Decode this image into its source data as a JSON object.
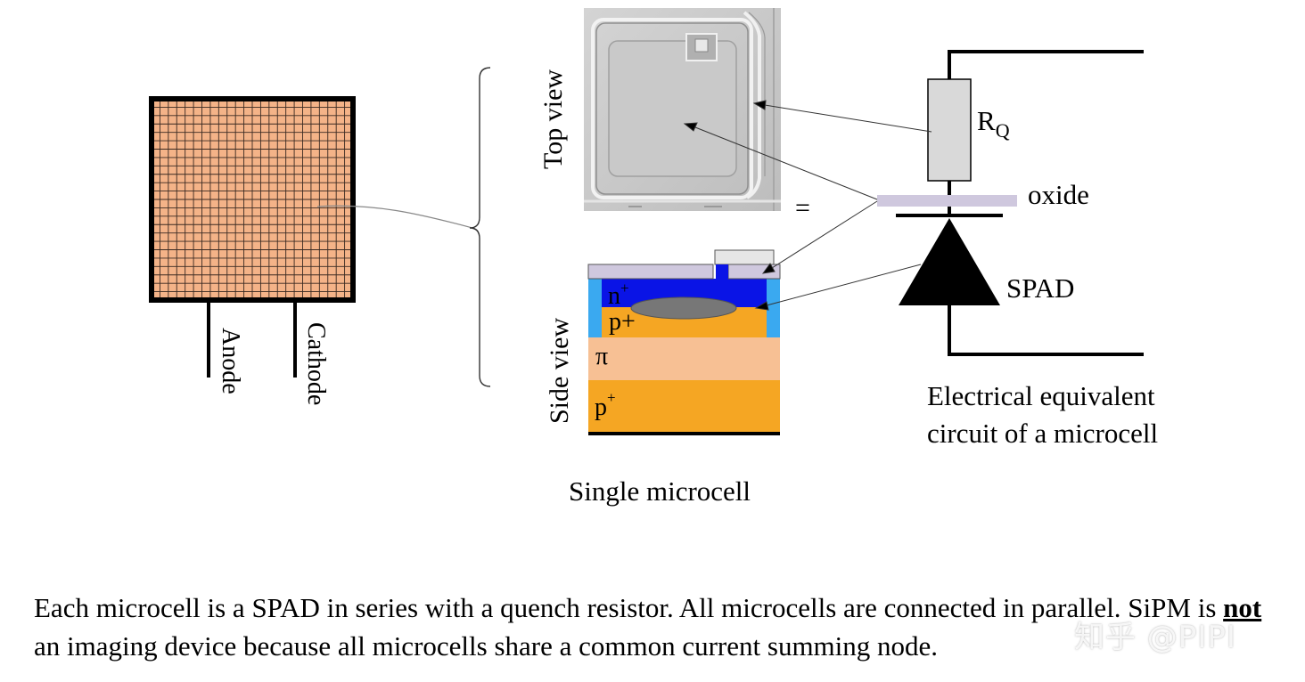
{
  "labels": {
    "anode": "Anode",
    "cathode": "Cathode",
    "top_view": "Top view",
    "side_view": "Side view",
    "equals": "=",
    "rq_main": "R",
    "rq_sub": "Q",
    "oxide": "oxide",
    "spad": "SPAD",
    "n_plus_base": "n",
    "n_plus_sup": "+",
    "p_plus_top": "p+",
    "pi": "π",
    "p_plus_bottom_base": "p",
    "p_plus_bottom_sup": "+",
    "single_microcell": "Single microcell",
    "circuit_caption_line1": "Electrical equivalent",
    "circuit_caption_line2": "circuit of a microcell"
  },
  "caption": {
    "part1": "Each microcell is a SPAD in series with a quench resistor. All microcells are connected in parallel. SiPM is ",
    "emphasis": "not",
    "part2": " an imaging device because all microcells share a common current summing node."
  },
  "watermark": "知乎 @PIPI",
  "colors": {
    "sipm_fill": "#f4b388",
    "grid_line": "#3a2a22",
    "n_plus": "#0a14e6",
    "p_plus": "#f5a623",
    "pi_layer": "#f7c094",
    "oxide": "#cfc8de",
    "guard_ring": "#3aa9f0",
    "resistor": "#d9d9d9",
    "depletion": "#777777"
  },
  "sipm_grid": {
    "rows": 24,
    "cols": 24
  }
}
